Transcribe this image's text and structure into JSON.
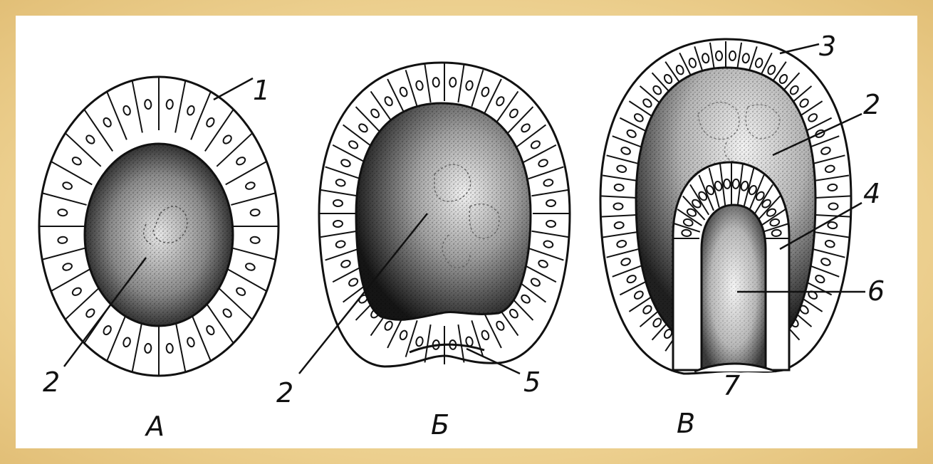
{
  "colors": {
    "frame": "#ecd08f",
    "panel": "#ffffff",
    "ink": "#111111",
    "cell_fill": "#ffffff"
  },
  "stages": [
    {
      "id": "A",
      "caption": "А"
    },
    {
      "id": "B",
      "caption": "Б"
    },
    {
      "id": "V",
      "caption": "В"
    }
  ],
  "labels": {
    "a_1": "1",
    "a_2": "2",
    "b_2": "2",
    "b_5": "5",
    "v_3": "3",
    "v_2": "2",
    "v_4": "4",
    "v_6": "6",
    "v_7": "7"
  }
}
